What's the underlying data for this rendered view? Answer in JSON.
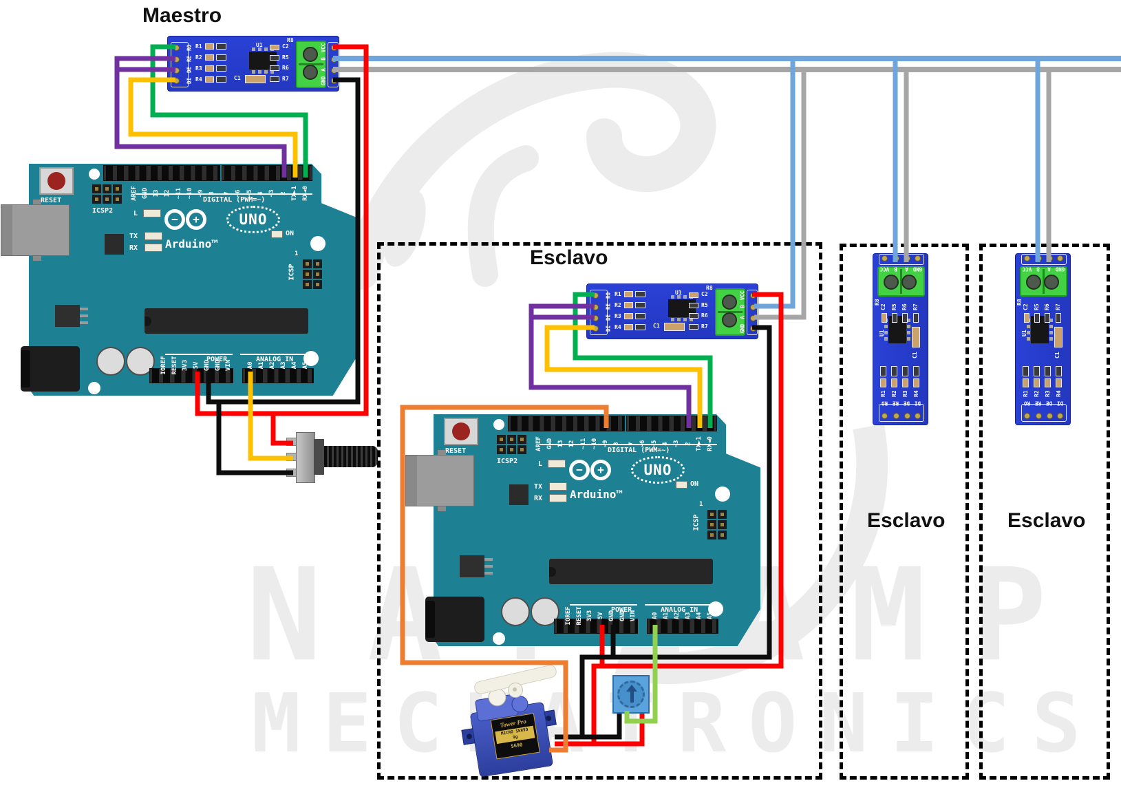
{
  "titles": {
    "master": "Maestro",
    "slave_main": "Esclavo",
    "slave_a": "Esclavo",
    "slave_b": "Esclavo"
  },
  "watermark": {
    "line1": "NAYLAMP",
    "line2": "MECHATRONICS"
  },
  "arduino": {
    "reset_label": "RESET",
    "icsp2_label": "ICSP2",
    "icsp_label": "ICSP",
    "pin1_label": "1",
    "digital_title": "DIGITAL (PWM=~)",
    "digital_left_pins": [
      "AREF",
      "GND",
      "13",
      "12",
      "~11",
      "~10",
      "~9",
      "8"
    ],
    "digital_right_pins": [
      "7",
      "~6",
      "~5",
      "4",
      "~3",
      "2",
      "TX►1",
      "RX◄0"
    ],
    "led_l": "L",
    "led_tx": "TX",
    "led_rx": "RX",
    "led_on": "ON",
    "brand": "Arduino™",
    "model": "UNO",
    "power_title": "POWER",
    "power_pins": [
      "IOREF",
      "RESET",
      "3V3",
      "5V",
      "GND",
      "GND",
      "VIN"
    ],
    "analog_title": "ANALOG IN",
    "analog_pins": [
      "A0",
      "A1",
      "A2",
      "A3",
      "A4",
      "A5"
    ]
  },
  "rs485": {
    "data_pins": [
      "RO",
      "RE",
      "DE",
      "DI"
    ],
    "bus_pins": [
      "VCC",
      "B",
      "A",
      "GND"
    ],
    "refs": {
      "u1": "U1",
      "c1": "C1",
      "c2": "C2",
      "r1": "R1",
      "r2": "R2",
      "r3": "R3",
      "r4": "R4",
      "r5": "R5",
      "r6": "R6",
      "r7": "R7",
      "r8": "R8"
    }
  },
  "servo": {
    "brand": "Tower Pro",
    "type": "MICRO SERVO",
    "weight": "9g",
    "model": "SG90"
  },
  "colors": {
    "wire_red": "#ff0000",
    "wire_black": "#0d0d0d",
    "wire_yellow": "#ffc000",
    "wire_orange": "#ed7d31",
    "wire_purple": "#7030a0",
    "wire_green": "#00b050",
    "wire_blue": "#6ea6db",
    "wire_gray": "#a6a6a6",
    "wire_lightgreen": "#92d050",
    "board_teal": "#1e8093",
    "module_blue": "#2337c0",
    "terminal_green": "#43d243"
  }
}
